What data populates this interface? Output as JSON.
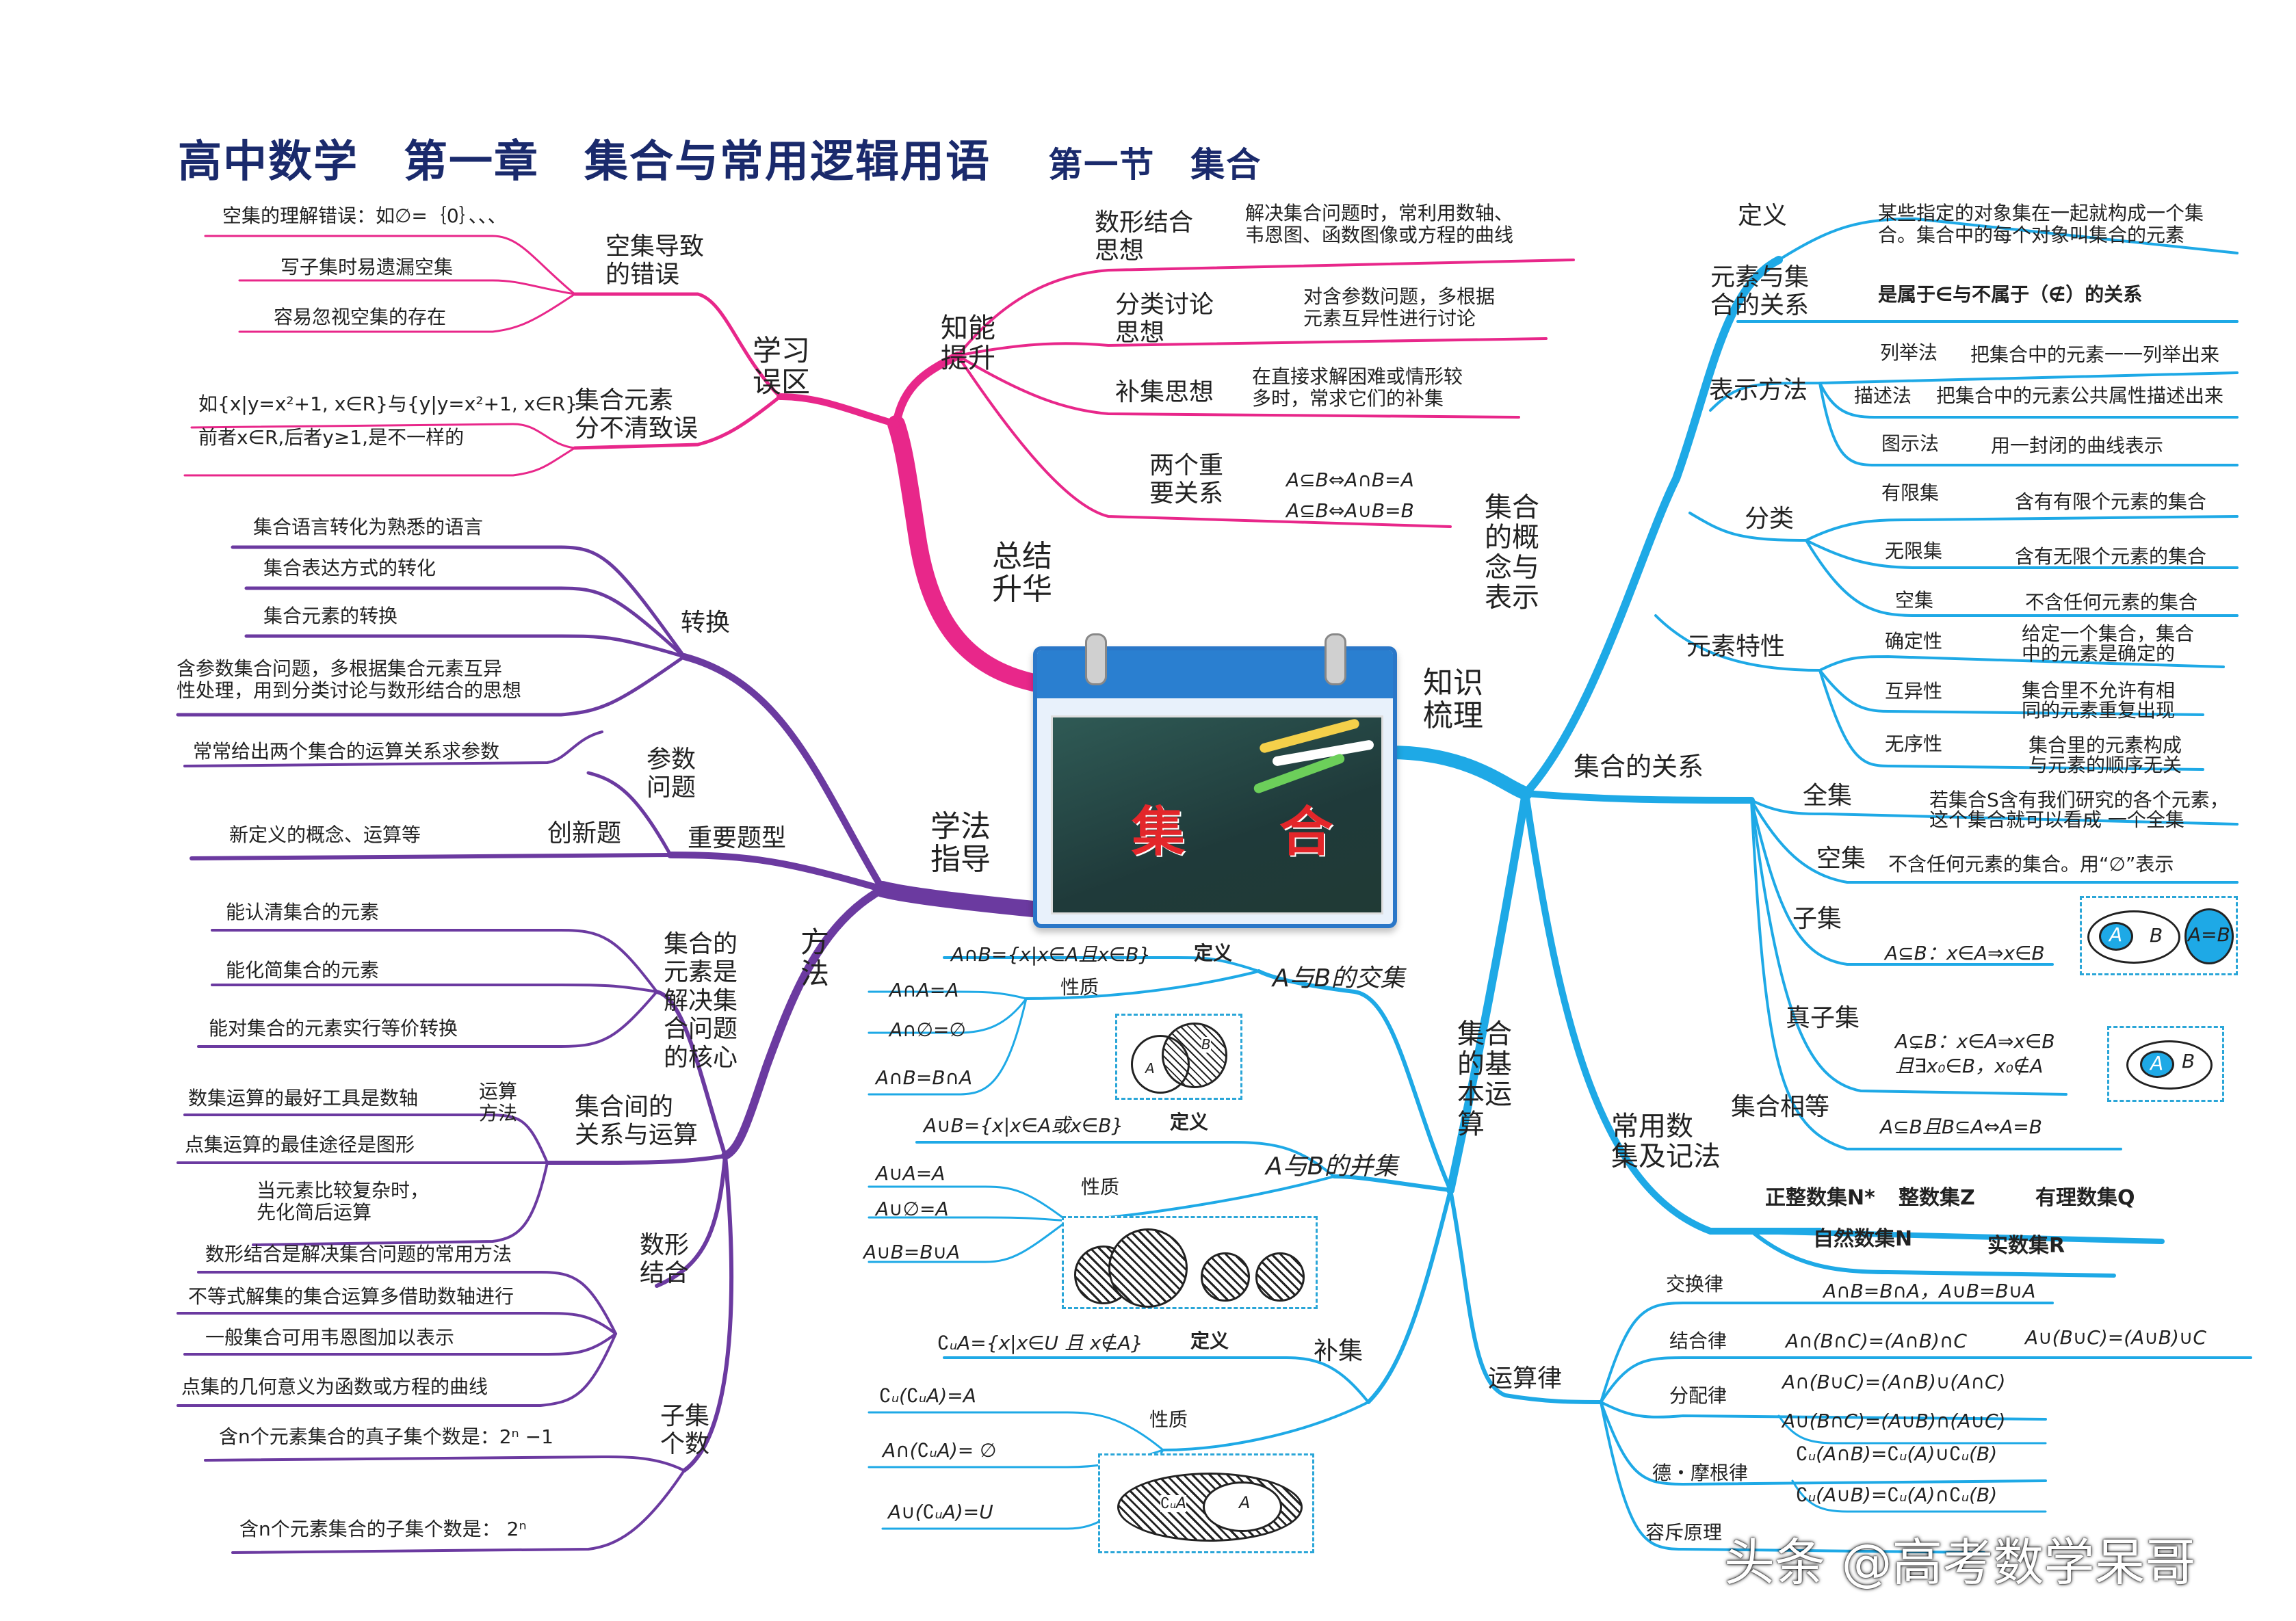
{
  "title": {
    "main": "高中数学　第一章　集合与常用逻辑用语",
    "section": "第一节　集合"
  },
  "center": {
    "label": "集　合"
  },
  "colors": {
    "magenta": "#e8278a",
    "purple": "#6b3aa0",
    "blue": "#1ea9e6"
  },
  "branches": {
    "zongjie": {
      "label": "总结\n升华",
      "zhineng": {
        "label": "知能\n提升",
        "items": [
          {
            "name": "数形结合\n思想",
            "desc": "解决集合问题时，常利用数轴、\n韦恩图、函数图像或方程的曲线"
          },
          {
            "name": "分类讨论\n思想",
            "desc": "对含参数问题，多根据\n元素互异性进行讨论"
          },
          {
            "name": "补集思想",
            "desc": "在直接求解困难或情形较\n多时，常求它们的补集"
          },
          {
            "name": "两个重\n要关系",
            "desc": "A⊆B⇔A∩B=A\nA⊆B⇔A∪B=B"
          }
        ]
      },
      "xuexi": {
        "label": "学习\n误区",
        "kongji": {
          "label": "空集导致\n的错误",
          "items": [
            "空集的理解错误：如∅=｛0｝、、、",
            "写子集时易遗漏空集",
            "容易忽视空集的存在"
          ]
        },
        "yuansu": {
          "label": "集合元素\n分不清致误",
          "items": [
            "如{x|y=x²+1, x∈R}与{y|y=x²+1, x∈R}",
            "前者x∈R,后者y≥1,是不一样的"
          ]
        }
      }
    },
    "xuefa": {
      "label": "学法\n指导",
      "zhuanhuan": {
        "label": "转换",
        "items": [
          "集合语言转化为熟悉的语言",
          "集合表达方式的转化",
          "集合元素的转换",
          "含参数集合问题，多根据集合元素互异\n性处理，用到分类讨论与数形结合的思想"
        ]
      },
      "zhongyao": {
        "label": "重要题型",
        "canshu": {
          "label": "参数\n问题",
          "items": [
            "常常给出两个集合的运算关系求参数"
          ]
        },
        "chuangxin": {
          "label": "创新题",
          "items": [
            "新定义的概念、运算等"
          ]
        }
      },
      "fangfa": {
        "label": "方\n法",
        "hexin": {
          "label": "集合的\n元素是\n解决集\n合问题\n的核心",
          "items": [
            "能认清集合的元素",
            "能化简集合的元素",
            "能对集合的元素实行等价转换"
          ]
        },
        "guanxi": {
          "label": "集合间的\n关系与运算",
          "yunsuan": {
            "label": "运算\n方法",
            "items": [
              "数集运算的最好工具是数轴",
              "点集运算的最佳途径是图形"
            ]
          },
          "fuza": "当元素比较复杂时，\n先化简后运算"
        },
        "shuxing": {
          "label": "数形\n结合",
          "items": [
            "数形结合是解决集合问题的常用方法",
            "不等式解集的集合运算多借助数轴进行",
            "一般集合可用韦恩图加以表示",
            "点集的几何意义为函数或方程的曲线"
          ]
        },
        "ziji": {
          "label": "子集\n个数",
          "items": [
            "含n个元素集合的真子集个数是：2ⁿ −1",
            "含n个元素集合的子集个数是： 2ⁿ"
          ]
        }
      }
    },
    "zhishi": {
      "label": "知识\n梳理",
      "gainian": {
        "label": "集合\n的概\n念与\n表示",
        "dingyi": {
          "label": "定义",
          "desc": "某些指定的对象集在一起就构成一个集\n合。集合中的每个对象叫集合的元素"
        },
        "guanxi": {
          "label": "元素与集\n合的关系",
          "desc": "是属于∈与不属于（∉）的关系"
        },
        "biaoshi": {
          "label": "表示方法",
          "items": [
            {
              "name": "列举法",
              "desc": "把集合中的元素一一列举出来"
            },
            {
              "name": "描述法",
              "desc": "把集合中的元素公共属性描述出来"
            },
            {
              "name": "图示法",
              "desc": "用一封闭的曲线表示"
            }
          ]
        },
        "fenlei": {
          "label": "分类",
          "items": [
            {
              "name": "有限集",
              "desc": "含有有限个元素的集合"
            },
            {
              "name": "无限集",
              "desc": "含有无限个元素的集合"
            },
            {
              "name": "空集",
              "desc": "不含任何元素的集合"
            }
          ]
        },
        "texing": {
          "label": "元素特性",
          "items": [
            {
              "name": "确定性",
              "desc": "给定一个集合，集合\n中的元素是确定的"
            },
            {
              "name": "互异性",
              "desc": "集合里不允许有相\n同的元素重复出现"
            },
            {
              "name": "无序性",
              "desc": "集合里的元素构成\n与元素的顺序无关"
            }
          ]
        }
      },
      "relation": {
        "label": "集合的关系",
        "items": [
          {
            "name": "全集",
            "desc": "若集合S含有我们研究的各个元素，\n这个集合就可以看成 一个全集"
          },
          {
            "name": "空集",
            "desc": "不含任何元素的集合。用“∅”表示"
          },
          {
            "name": "子集",
            "desc": "A⊆B：x∈A⇒x∈B"
          },
          {
            "name": "真子集",
            "desc": "A⊊B：x∈A⇒x∈B\n且∃x₀∈B，x₀∉A"
          },
          {
            "name": "集合相等",
            "desc": "A⊆B且B⊆A⇔A=B"
          }
        ],
        "venn_sub": {
          "a": "A",
          "b": "B",
          "ab": "A=B"
        },
        "venn_prop": {
          "a": "A",
          "b": "B"
        }
      },
      "changyong": {
        "label": "常用数\n集及记法",
        "items": [
          "正整数集N*",
          "整数集Z",
          "有理数集Q",
          "自然数集N",
          "实数集R"
        ]
      },
      "yunsuan": {
        "label": "集合\n的基\n本运\n算",
        "jiao": {
          "label": "A与B的交集",
          "def_label": "定义",
          "def": "A∩B={x|x∈A且x∈B}",
          "prop_label": "性质",
          "props": [
            "A∩A=A",
            "A∩∅=∅",
            "A∩B=B∩A"
          ],
          "venn": {
            "a": "A",
            "b": "B"
          }
        },
        "bing": {
          "label": "A与B的并集",
          "def_label": "定义",
          "def": "A∪B={x|x∈A或x∈B}",
          "prop_label": "性质",
          "props": [
            "A∪A=A",
            "A∪∅=A",
            "A∪B=B∪A"
          ]
        },
        "bu": {
          "label": "补集",
          "def_label": "定义",
          "def": "∁ᵤA={x|x∈U 且 x∉A}",
          "prop_label": "性质",
          "props": [
            "∁ᵤ(∁ᵤA)=A",
            "A∩(∁ᵤA)= ∅",
            "A∪(∁ᵤA)=U"
          ],
          "venn": {
            "u": "∁ᵤA",
            "a": "A"
          }
        },
        "lv": {
          "label": "运算律",
          "items": [
            {
              "name": "交换律",
              "desc": [
                "A∩B=B∩A，A∪B=B∪A"
              ]
            },
            {
              "name": "结合律",
              "desc": [
                "A∩(B∩C)=(A∩B)∩C",
                "A∪(B∪C)=(A∪B)∪C"
              ]
            },
            {
              "name": "分配律",
              "desc": [
                "A∩(B∪C)=(A∩B)∪(A∩C)",
                "A∪(B∩C)=(A∪B)∩(A∪C)"
              ]
            },
            {
              "name": "德・摩根律",
              "desc": [
                "∁ᵤ(A∩B)=∁ᵤ(A)∪∁ᵤ(B)",
                "∁ᵤ(A∪B)=∁ᵤ(A)∩∁ᵤ(B)"
              ]
            },
            {
              "name": "容斥原理",
              "desc": []
            }
          ]
        }
      }
    }
  },
  "watermark": "头条 @高考数学呆哥"
}
